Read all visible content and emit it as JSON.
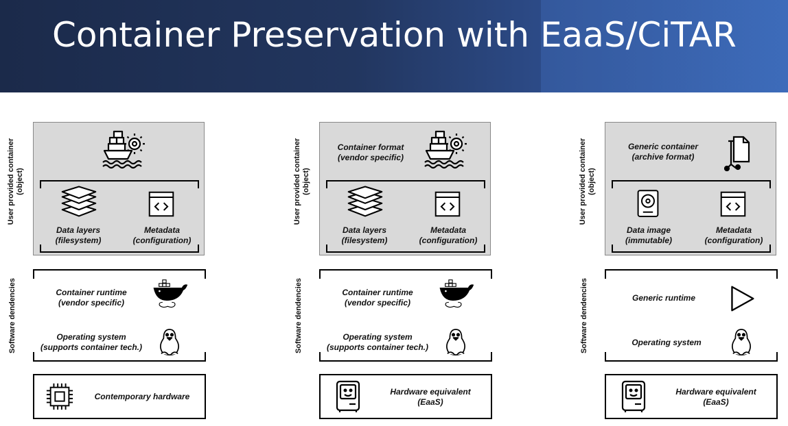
{
  "slide": {
    "title": "Container Preservation with EaaS/CiTAR"
  },
  "side_labels": {
    "object_line1": "User provided container",
    "object_line2": "(object)",
    "software": "Software dendencies"
  },
  "columns": [
    {
      "container": {
        "line1": "",
        "line2": "",
        "icon": "ship-gear-icon"
      },
      "layer_left": {
        "line1": "Data layers",
        "line2": "(filesystem)",
        "icon": "layers-icon"
      },
      "layer_right": {
        "line1": "Metadata",
        "line2": "(configuration)",
        "icon": "code-window-icon"
      },
      "runtime": {
        "line1": "Container runtime",
        "line2": "(vendor specific)",
        "icon": "docker-whale-icon"
      },
      "os": {
        "line1": "Operating system",
        "line2": "(supports container tech.)",
        "icon": "linux-penguin-icon"
      },
      "hardware": {
        "line1": "Contemporary hardware",
        "line2": "",
        "icon": "cpu-chip-icon"
      }
    },
    {
      "container": {
        "line1": "Container format",
        "line2": "(vendor specific)",
        "icon": "ship-gear-icon"
      },
      "layer_left": {
        "line1": "Data layers",
        "line2": "(filesystem)",
        "icon": "layers-icon"
      },
      "layer_right": {
        "line1": "Metadata",
        "line2": "(configuration)",
        "icon": "code-window-icon"
      },
      "runtime": {
        "line1": "Container runtime",
        "line2": "(vendor specific)",
        "icon": "docker-whale-icon"
      },
      "os": {
        "line1": "Operating system",
        "line2": "(supports container tech.)",
        "icon": "linux-penguin-icon"
      },
      "hardware": {
        "line1": "Hardware equivalent",
        "line2": "(EaaS)",
        "icon": "retro-mac-icon"
      }
    },
    {
      "container": {
        "line1": "Generic container",
        "line2": "(archive format)",
        "icon": "archive-cart-icon"
      },
      "layer_left": {
        "line1": "Data image",
        "line2": "(immutable)",
        "icon": "disk-image-icon"
      },
      "layer_right": {
        "line1": "Metadata",
        "line2": "(configuration)",
        "icon": "code-window-icon"
      },
      "runtime": {
        "line1": "Generic runtime",
        "line2": "",
        "icon": "play-triangle-icon"
      },
      "os": {
        "line1": "Operating system",
        "line2": "",
        "icon": "linux-penguin-icon"
      },
      "hardware": {
        "line1": "Hardware equivalent",
        "line2": "(EaaS)",
        "icon": "retro-mac-icon"
      }
    }
  ]
}
